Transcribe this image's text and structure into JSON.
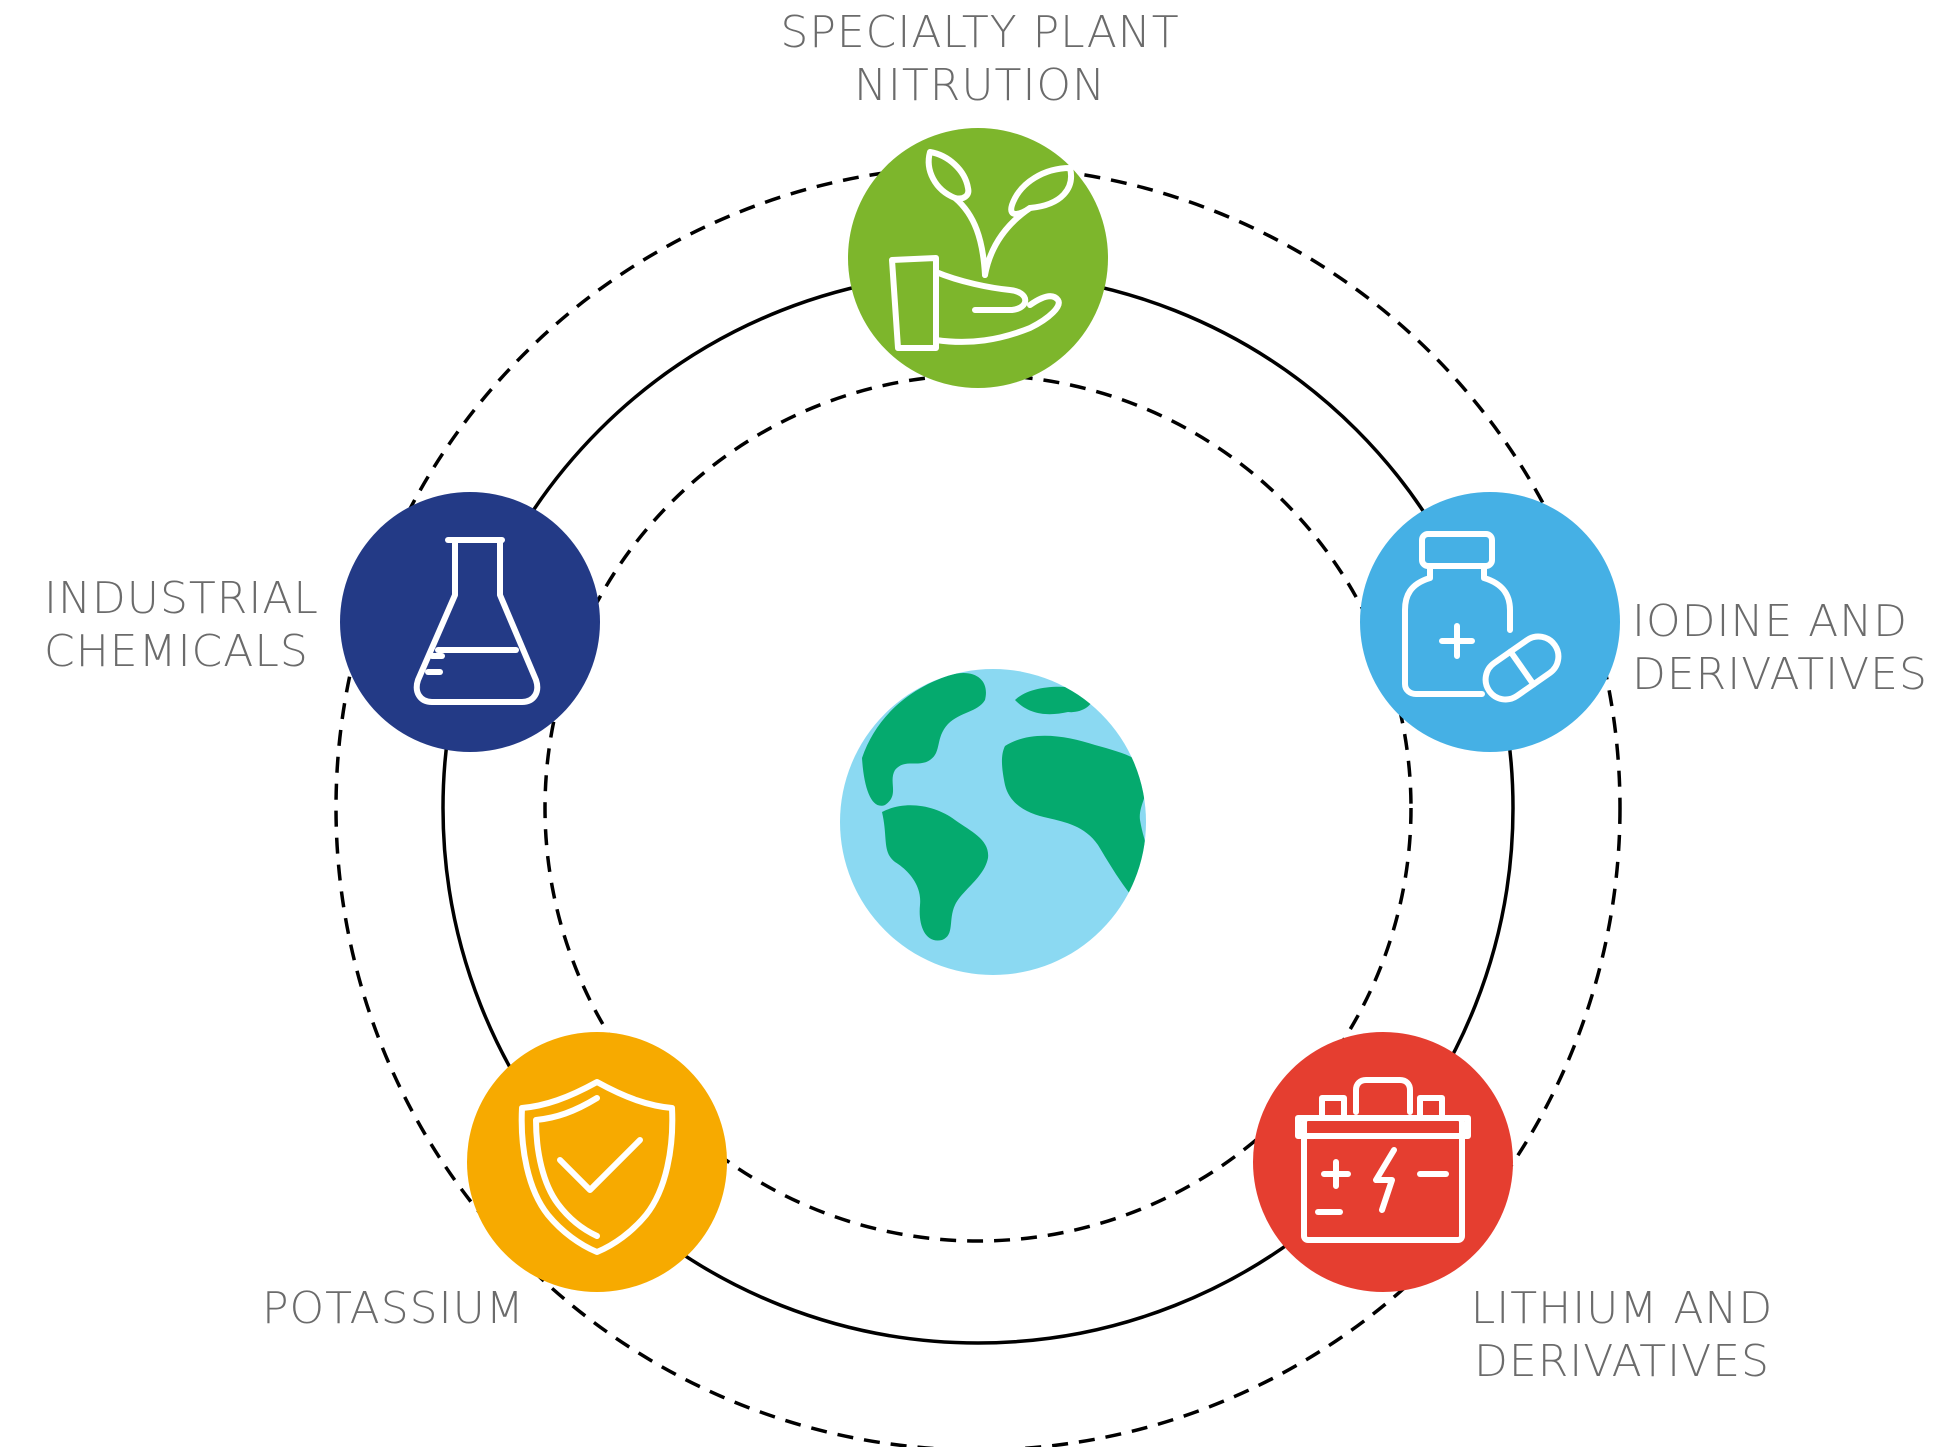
{
  "diagram": {
    "center": {
      "icon": "globe-icon"
    },
    "nodes": [
      {
        "id": "plant-nutrition",
        "label_lines": [
          "SPECIALTY PLANT",
          "NITRUTION"
        ],
        "color": "#7DB62C",
        "icon": "plant-in-hand-icon"
      },
      {
        "id": "iodine",
        "label_lines": [
          "IODINE AND",
          "DERIVATIVES"
        ],
        "color": "#45B0E5",
        "icon": "medicine-bottle-icon"
      },
      {
        "id": "lithium",
        "label_lines": [
          "LITHIUM AND",
          "DERIVATIVES"
        ],
        "color": "#E53E30",
        "icon": "battery-icon"
      },
      {
        "id": "potassium",
        "label_lines": [
          "POTASSIUM"
        ],
        "color": "#F7AA00",
        "icon": "shield-check-icon"
      },
      {
        "id": "industrial",
        "label_lines": [
          "INDUSTRIAL",
          "CHEMICALS"
        ],
        "color": "#233A86",
        "icon": "flask-icon"
      }
    ],
    "colors": {
      "ocean": "#8BD9F2",
      "land": "#05AA6E",
      "ring": "#000000",
      "label_text": "#6b6b6b"
    }
  }
}
